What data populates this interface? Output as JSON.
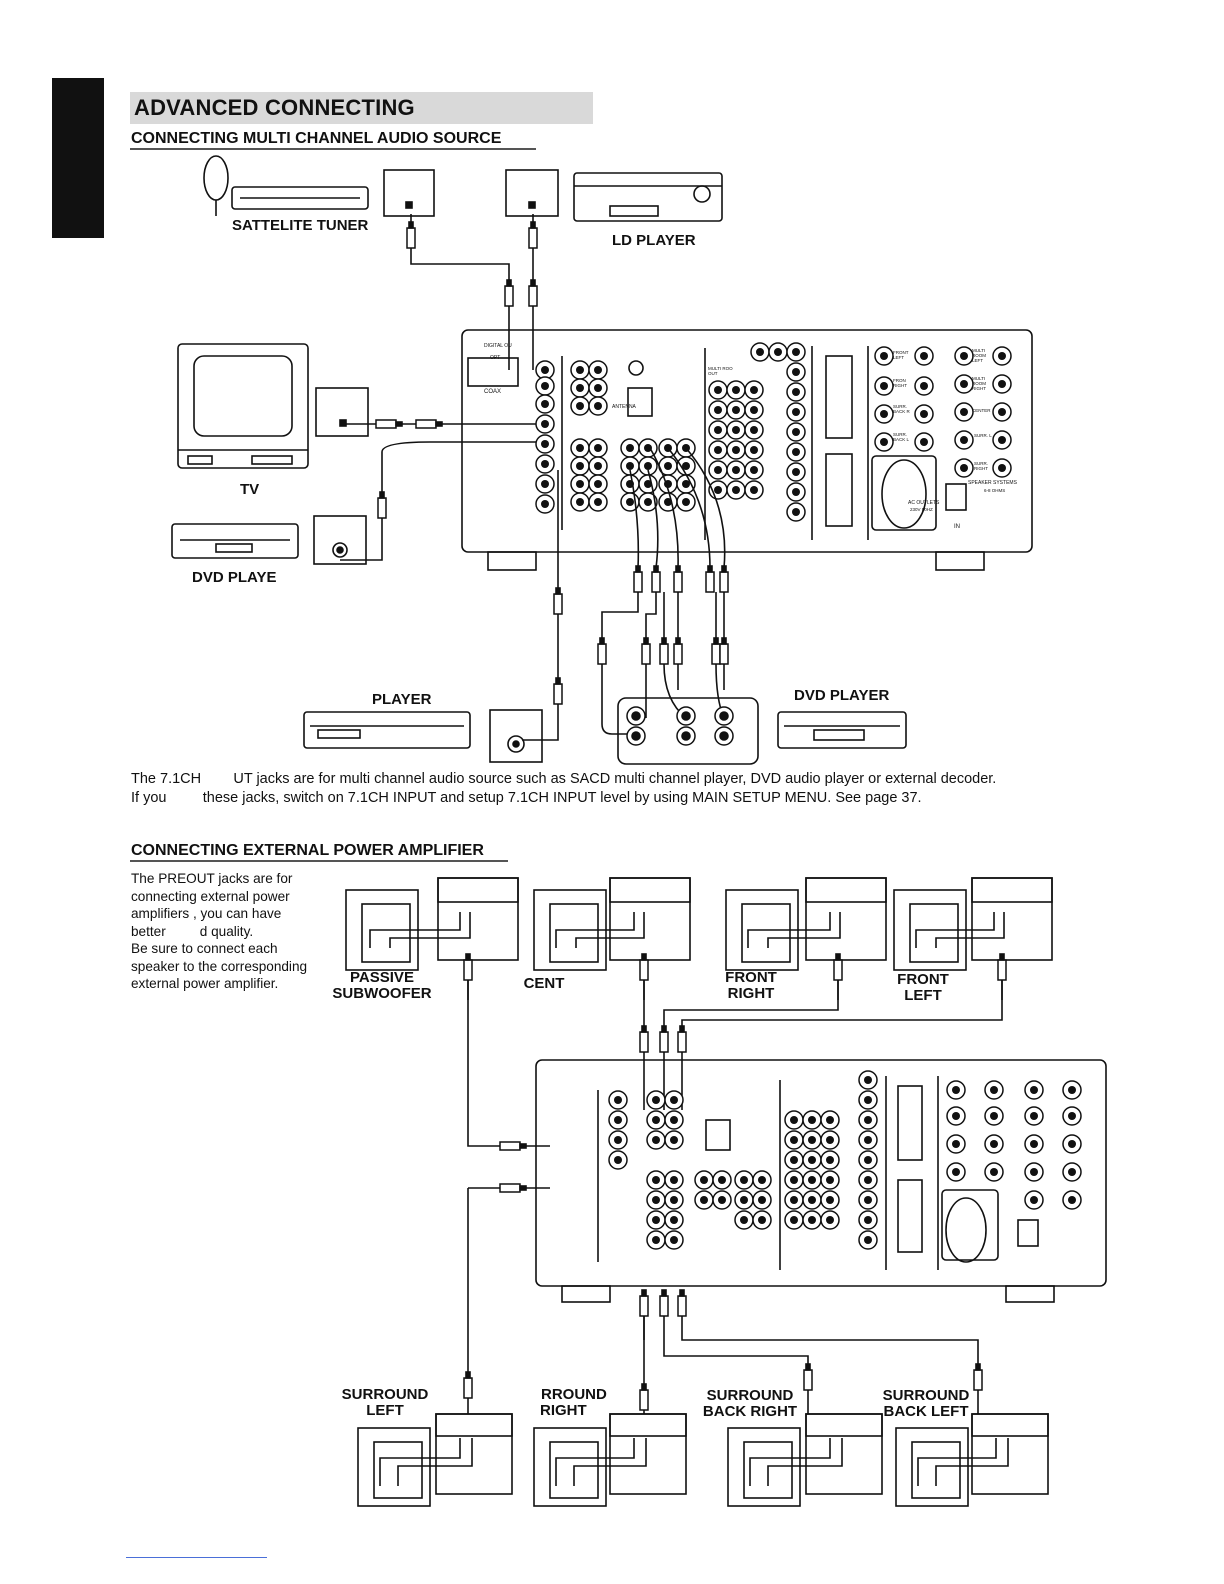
{
  "page": {
    "title": "ADVANCED CONNECTING"
  },
  "section1": {
    "heading": "CONNECTING MULTI CHANNEL AUDIO SOURCE",
    "devices": {
      "satellite_tuner": "SATTELITE TUNER",
      "ld_player": "LD PLAYER",
      "tv": "TV",
      "dvd_player_left": "DVD PLAYE",
      "player": "PLAYER",
      "dvd_player_right": "DVD PLAYER"
    },
    "receiver_labels": {
      "digital_out": "DIGITAL OU",
      "opt": "OPT",
      "coax": "COAX",
      "antenna": "ANTENNA",
      "multi_room_out": "MULTI ROO OUT",
      "front_left": "FRONT LEFT",
      "front_right": "FRON RIGHT",
      "surr_back_r": "SURR. BACK R",
      "surr_back_l": "SURR. BACK L",
      "multi_room_left": "MULTI ROOM LEFT",
      "multi_room_right": "MULTI ROOM RIGHT",
      "center": "CENTER",
      "surr_l": "SURR. L",
      "surr_r": "SURR. RIGHT",
      "speaker_systems": "SPEAKER SYSTEMS",
      "ohms": "6-8 OHMS",
      "ac_outlets": "AC OUTLETS",
      "ac_spec": "230V 50HZ",
      "in": "IN"
    },
    "paragraph_line1": "The 7.1CH        UT jacks are for multi channel audio source such as SACD multi channel player, DVD audio player or external decoder.",
    "paragraph_line2": "If you         these jacks, switch on 7.1CH INPUT and setup 7.1CH INPUT level by using MAIN SETUP MENU. See page 37."
  },
  "section2": {
    "heading": "CONNECTING EXTERNAL POWER AMPLIFIER",
    "side_text": [
      "The PREOUT jacks are for",
      "connecting external power",
      "amplifiers , you can have",
      "better         d quality.",
      "Be sure to connect each",
      "speaker to the corresponding",
      "external power amplifier."
    ],
    "speakers_top": [
      {
        "line1": "PASSIVE",
        "line2": "SUBWOOFER"
      },
      {
        "line1": "CENT",
        "line2": ""
      },
      {
        "line1": "FRONT",
        "line2": "RIGHT"
      },
      {
        "line1": "FRONT",
        "line2": "LEFT"
      }
    ],
    "speakers_bottom": [
      {
        "line1": "SURROUND",
        "line2": "LEFT"
      },
      {
        "line1": "RROUND",
        "line2": "RIGHT"
      },
      {
        "line1": "SURROUND",
        "line2": "BACK RIGHT"
      },
      {
        "line1": "SURROUND",
        "line2": "BACK LEFT"
      }
    ]
  }
}
